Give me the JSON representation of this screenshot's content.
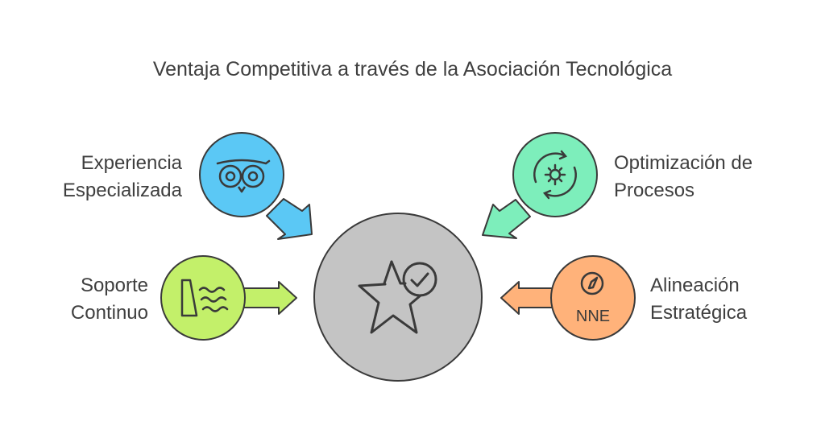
{
  "title": "Ventaja Competitiva a través de la Asociación Tecnológica",
  "center": {
    "icon": "star-check-icon",
    "color": "#c4c4c4"
  },
  "nodes": [
    {
      "id": "experiencia",
      "lines": [
        "Experiencia",
        "Especializada"
      ],
      "icon": "owl-eyes-icon",
      "color": "#5bc8f5"
    },
    {
      "id": "optimizacion",
      "lines": [
        "Optimización de",
        "Procesos"
      ],
      "icon": "gear-refresh-icon",
      "color": "#7deebb"
    },
    {
      "id": "soporte",
      "lines": [
        "Soporte",
        "Continuo"
      ],
      "icon": "dam-water-icon",
      "color": "#c3f06a"
    },
    {
      "id": "alineacion",
      "lines": [
        "Alineación",
        "Estratégica"
      ],
      "icon": "compass-icon",
      "color": "#ffb27a",
      "badge": "NNE"
    }
  ]
}
